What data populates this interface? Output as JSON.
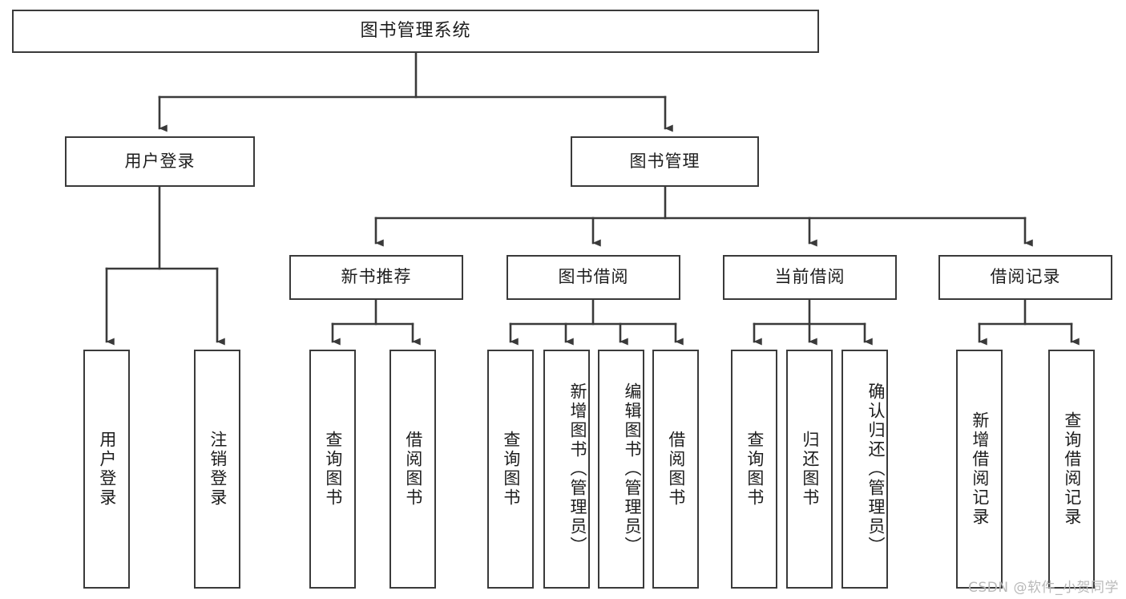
{
  "diagram": {
    "type": "tree",
    "title": "图书管理系统",
    "stroke_color": "#3a3a3a",
    "fill_color": "#ffffff",
    "text_color": "#1d1d1d",
    "root": {
      "label": "图书管理系统"
    },
    "level1": [
      {
        "label": "用户登录"
      },
      {
        "label": "图书管理"
      }
    ],
    "level2": [
      {
        "label": "新书推荐"
      },
      {
        "label": "图书借阅"
      },
      {
        "label": "当前借阅"
      },
      {
        "label": "借阅记录"
      }
    ],
    "leaves": {
      "user_login": [
        {
          "label": "用户登录"
        },
        {
          "label": "注销登录"
        }
      ],
      "new_book_recommend": [
        {
          "label": "查询图书"
        },
        {
          "label": "借阅图书"
        }
      ],
      "book_borrow": [
        {
          "label": "查询图书"
        },
        {
          "label": "新增图书（管理员）"
        },
        {
          "label": "编辑图书（管理员）"
        },
        {
          "label": "借阅图书"
        }
      ],
      "current_borrow": [
        {
          "label": "查询图书"
        },
        {
          "label": "归还图书"
        },
        {
          "label": "确认归还（管理员）"
        }
      ],
      "borrow_record": [
        {
          "label": "新增借阅记录"
        },
        {
          "label": "查询借阅记录"
        }
      ]
    }
  },
  "watermark": {
    "text": "CSDN @软件_小贺同学"
  }
}
